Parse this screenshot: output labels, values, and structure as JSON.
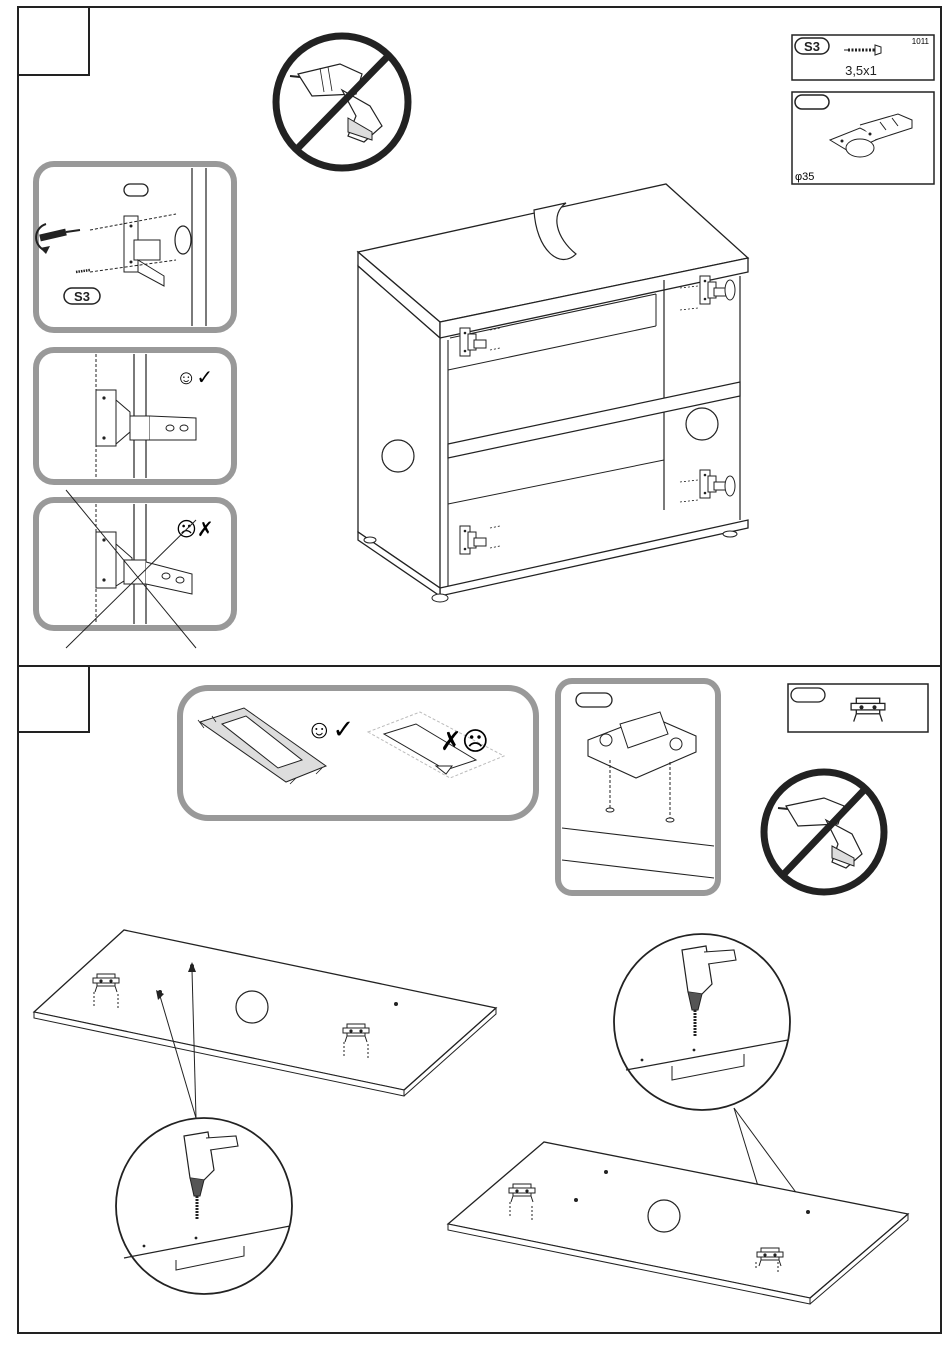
{
  "sheet": {
    "step1": {
      "parts_box": {
        "screw_code": "S3",
        "screw_size": "3,5x1",
        "part_number": "1011",
        "hinge_diameter": "φ35"
      },
      "detail_screw_code": "S3",
      "no_power_drill_icon": "no-power-drill-icon",
      "correct_symbol": "☺✓",
      "wrong_symbol": "☹✗"
    },
    "step2": {
      "no_power_drill_icon": "no-power-drill-icon",
      "correct_symbol": "☺✓",
      "wrong_symbol": "✗☹"
    }
  }
}
